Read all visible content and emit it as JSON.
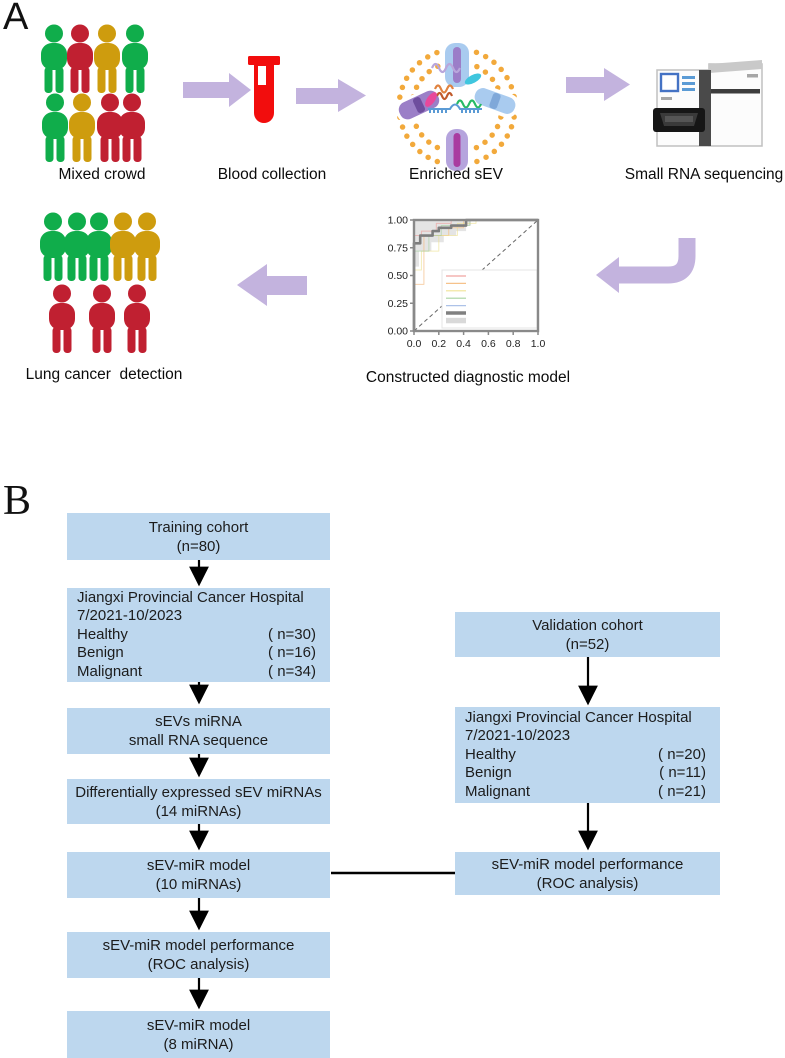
{
  "panelA": {
    "label": "A",
    "mixed_crowd": {
      "label": "Mixed crowd",
      "rows": [
        [
          "green",
          "red",
          "gold",
          "green"
        ],
        [
          "green",
          "gold",
          "red",
          "red"
        ]
      ]
    },
    "blood": {
      "label": "Blood collection"
    },
    "sev": {
      "label": "Enriched sEV"
    },
    "sequencing": {
      "label": "Small RNA sequencing"
    },
    "detection": {
      "label": "Lung cancer  detection",
      "rows": [
        [
          "green",
          "green",
          "green",
          "gold",
          "gold"
        ],
        [
          "red",
          "red",
          "red"
        ]
      ]
    },
    "model_label": "Constructed diagnostic model"
  },
  "chart_data": {
    "type": "line",
    "title": "",
    "xlabel": "",
    "ylabel": "",
    "xlim": [
      0,
      1
    ],
    "ylim": [
      0,
      1
    ],
    "x_ticks": [
      "0.0",
      "0.2",
      "0.4",
      "0.6",
      "0.8",
      "1.0"
    ],
    "y_ticks": [
      "0.00",
      "0.25",
      "0.50",
      "0.75",
      "1.00"
    ],
    "diagonal": true,
    "grid": false,
    "legend_position": "lower-right",
    "band": {
      "color": "#c9c9c9",
      "opacity": 0.5,
      "points": [
        [
          0,
          0.58
        ],
        [
          0.04,
          0.58
        ],
        [
          0.04,
          0.72
        ],
        [
          0.14,
          0.72
        ],
        [
          0.14,
          0.8
        ],
        [
          0.24,
          0.8
        ],
        [
          0.24,
          0.86
        ],
        [
          0.34,
          0.86
        ],
        [
          0.34,
          0.9
        ],
        [
          0.42,
          0.9
        ],
        [
          0.42,
          0.95
        ],
        [
          0.46,
          0.95
        ],
        [
          0.46,
          1
        ],
        [
          0,
          1
        ]
      ]
    },
    "series": [
      {
        "name": "roc-faint-red",
        "color": "#eba5a3",
        "width": 1,
        "opacity": 0.7,
        "points": [
          [
            0,
            0
          ],
          [
            0,
            0.86
          ],
          [
            0.06,
            0.86
          ],
          [
            0.06,
            0.9
          ],
          [
            0.18,
            0.9
          ],
          [
            0.18,
            0.97
          ],
          [
            0.3,
            0.97
          ],
          [
            0.3,
            1
          ],
          [
            1,
            1
          ]
        ]
      },
      {
        "name": "roc-faint-orange",
        "color": "#f3bd87",
        "width": 1,
        "opacity": 0.7,
        "points": [
          [
            0,
            0
          ],
          [
            0,
            0.42
          ],
          [
            0.08,
            0.42
          ],
          [
            0.08,
            0.86
          ],
          [
            0.28,
            0.86
          ],
          [
            0.28,
            0.93
          ],
          [
            0.4,
            0.93
          ],
          [
            0.4,
            1
          ],
          [
            1,
            1
          ]
        ]
      },
      {
        "name": "roc-faint-yellow",
        "color": "#ece08e",
        "width": 1,
        "opacity": 0.6,
        "points": [
          [
            0,
            0
          ],
          [
            0,
            0.55
          ],
          [
            0.06,
            0.55
          ],
          [
            0.06,
            0.72
          ],
          [
            0.2,
            0.72
          ],
          [
            0.2,
            0.86
          ],
          [
            0.35,
            0.86
          ],
          [
            0.35,
            0.97
          ],
          [
            0.5,
            0.97
          ],
          [
            0.5,
            1
          ],
          [
            1,
            1
          ]
        ]
      },
      {
        "name": "roc-faint-green",
        "color": "#a3cf9f",
        "width": 1,
        "opacity": 0.6,
        "points": [
          [
            0,
            0
          ],
          [
            0,
            0.72
          ],
          [
            0.12,
            0.72
          ],
          [
            0.12,
            0.86
          ],
          [
            0.22,
            0.86
          ],
          [
            0.22,
            0.95
          ],
          [
            0.45,
            0.95
          ],
          [
            0.45,
            1
          ],
          [
            1,
            1
          ]
        ]
      },
      {
        "name": "roc-main-model",
        "color": "#7d7d7d",
        "width": 2.6,
        "opacity": 1,
        "points": [
          [
            0,
            0
          ],
          [
            0,
            0.79
          ],
          [
            0.05,
            0.79
          ],
          [
            0.05,
            0.86
          ],
          [
            0.15,
            0.86
          ],
          [
            0.15,
            0.9
          ],
          [
            0.2,
            0.9
          ],
          [
            0.2,
            0.93
          ],
          [
            0.3,
            0.93
          ],
          [
            0.3,
            0.95
          ],
          [
            0.42,
            0.95
          ],
          [
            0.42,
            1
          ],
          [
            1,
            1
          ]
        ]
      }
    ],
    "legend_swatches": [
      {
        "kind": "line",
        "color": "#f0a3a0"
      },
      {
        "kind": "line",
        "color": "#f6c28b"
      },
      {
        "kind": "line",
        "color": "#f1e396"
      },
      {
        "kind": "line",
        "color": "#a7d3a1"
      },
      {
        "kind": "line",
        "color": "#adc2e8"
      },
      {
        "kind": "thick-line",
        "color": "#808080"
      },
      {
        "kind": "patch",
        "color": "#d9d9d9"
      }
    ]
  },
  "panelB": {
    "label": "B",
    "training": {
      "cohort": {
        "line1": "Training cohort",
        "line2": "(n=80)"
      },
      "hospital": {
        "line1": "Jiangxi Provincial Cancer Hospital",
        "line2": "7/2021-10/2023",
        "rows": [
          {
            "label": "Healthy",
            "value": "( n=30)"
          },
          {
            "label": "Benign",
            "value": "( n=16)"
          },
          {
            "label": "Malignant",
            "value": "( n=34)"
          }
        ]
      },
      "seq": {
        "line1": "sEVs miRNA",
        "line2": "small RNA sequence"
      },
      "diff": {
        "line1": "Differentially expressed sEV miRNAs",
        "line2": "(14 miRNAs)"
      },
      "model10": {
        "line1": "sEV-miR model",
        "line2": "(10 miRNAs)"
      },
      "perf": {
        "line1": "sEV-miR model performance",
        "line2": "(ROC analysis)"
      },
      "model8": {
        "line1": "sEV-miR model",
        "line2": "(8 miRNA)"
      }
    },
    "validation": {
      "cohort": {
        "line1": "Validation cohort",
        "line2": "(n=52)"
      },
      "hospital": {
        "line1": "Jiangxi Provincial Cancer Hospital",
        "line2": "7/2021-10/2023",
        "rows": [
          {
            "label": "Healthy",
            "value": "( n=20)"
          },
          {
            "label": "Benign",
            "value": "( n=11)"
          },
          {
            "label": "Malignant",
            "value": "( n=21)"
          }
        ]
      },
      "perf": {
        "line1": "sEV-miR model performance",
        "line2": "(ROC analysis)"
      }
    }
  },
  "colors": {
    "person_green": "#10AD4B",
    "person_red": "#C02031",
    "person_gold": "#CE9C0E",
    "arrow_purple": "#C3B3DE",
    "tube_red": "#F20D0D",
    "box_blue": "#BDD7EE",
    "membrane_orange": "#F2A93B"
  }
}
